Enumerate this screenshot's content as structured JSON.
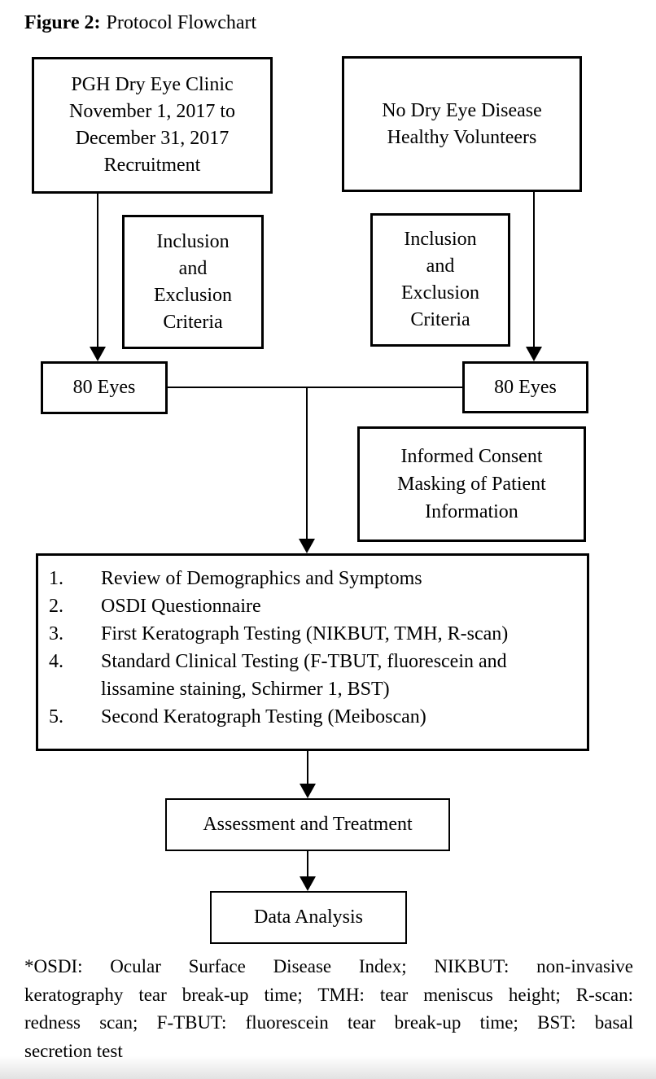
{
  "figure": {
    "label": "Figure 2:",
    "title": "Protocol Flowchart"
  },
  "nodes": {
    "recruitment": {
      "lines": [
        "PGH Dry Eye Clinic",
        "November 1, 2017 to",
        "December 31, 2017",
        "Recruitment"
      ]
    },
    "volunteers": {
      "lines": [
        "No Dry Eye Disease",
        "Healthy Volunteers"
      ]
    },
    "criteria_left": {
      "lines": [
        "Inclusion",
        "and",
        "Exclusion",
        "Criteria"
      ]
    },
    "criteria_right": {
      "lines": [
        "Inclusion",
        "and",
        "Exclusion",
        "Criteria"
      ]
    },
    "eyes_left": {
      "label": "80 Eyes"
    },
    "eyes_right": {
      "label": "80 Eyes"
    },
    "consent": {
      "lines": [
        "Informed Consent",
        "Masking of Patient",
        "Information"
      ]
    },
    "procedures": {
      "items": [
        {
          "num": "1.",
          "text": "Review of Demographics and Symptoms"
        },
        {
          "num": "2.",
          "text": "OSDI Questionnaire"
        },
        {
          "num": "3.",
          "text": "First Keratograph Testing (NIKBUT, TMH, R-scan)"
        },
        {
          "num": "4.",
          "text": "Standard Clinical Testing (F-TBUT, fluorescein and lissamine staining, Schirmer 1, BST)"
        },
        {
          "num": "5.",
          "text": "Second Keratograph Testing (Meiboscan)"
        }
      ]
    },
    "assessment": {
      "label": "Assessment and Treatment"
    },
    "data_analysis": {
      "label": "Data Analysis"
    }
  },
  "footnote": {
    "lines": [
      "*OSDI: Ocular Surface Disease Index; NIKBUT: non-invasive",
      "keratography tear break-up time; TMH: tear meniscus height; R-scan:",
      "redness scan; F-TBUT: fluorescein tear break-up time; BST: basal",
      "secretion test"
    ]
  },
  "colors": {
    "ink": "#000000",
    "background": "#ffffff"
  }
}
